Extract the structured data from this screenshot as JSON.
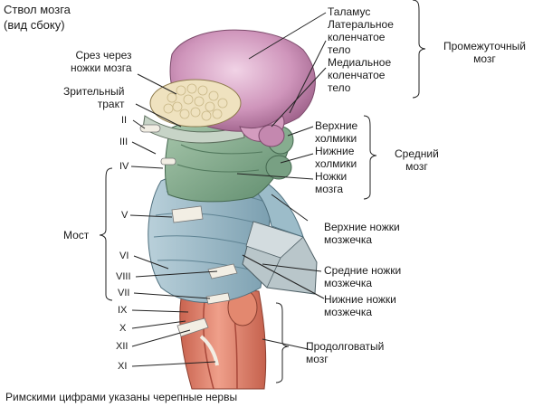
{
  "title": "Ствол мозга\n(вид сбоку)",
  "left_labels": {
    "cut": "Срез через\nножки мозга",
    "optic": "Зрительный\nтракт",
    "pons": "Мост"
  },
  "right_labels": {
    "thalamus": "Таламус\nЛатеральное\nколенчатое\nтело\nМедиальное\nколенчатое\nтело",
    "colliculi": "Верхние\nхолмики\nНижние\nхолмики\nНожки\nмозга",
    "sup_ped": "Верхние ножки\nмозжечка",
    "mid_ped": "Средние ножки\nмозжечка",
    "inf_ped": "Нижние ножки\nмозжечка",
    "medulla": "Продолговатый\nмозг"
  },
  "groups": {
    "diencephalon": "Промежуточный\nмозг",
    "midbrain": "Средний\nмозг"
  },
  "nerves": [
    "II",
    "III",
    "IV",
    "V",
    "VI",
    "VIII",
    "VII",
    "IX",
    "X",
    "XII",
    "XI"
  ],
  "footer": "Римскими цифрами указаны черепные нервы",
  "colors": {
    "thalamus": "#c98fb4",
    "midbrain": "#7fa889",
    "pons": "#8fb3c2",
    "peduncle_cut": "#a9b8bd",
    "medulla": "#d9826f",
    "cut_surface": "#efe2bf",
    "line": "#222222"
  }
}
